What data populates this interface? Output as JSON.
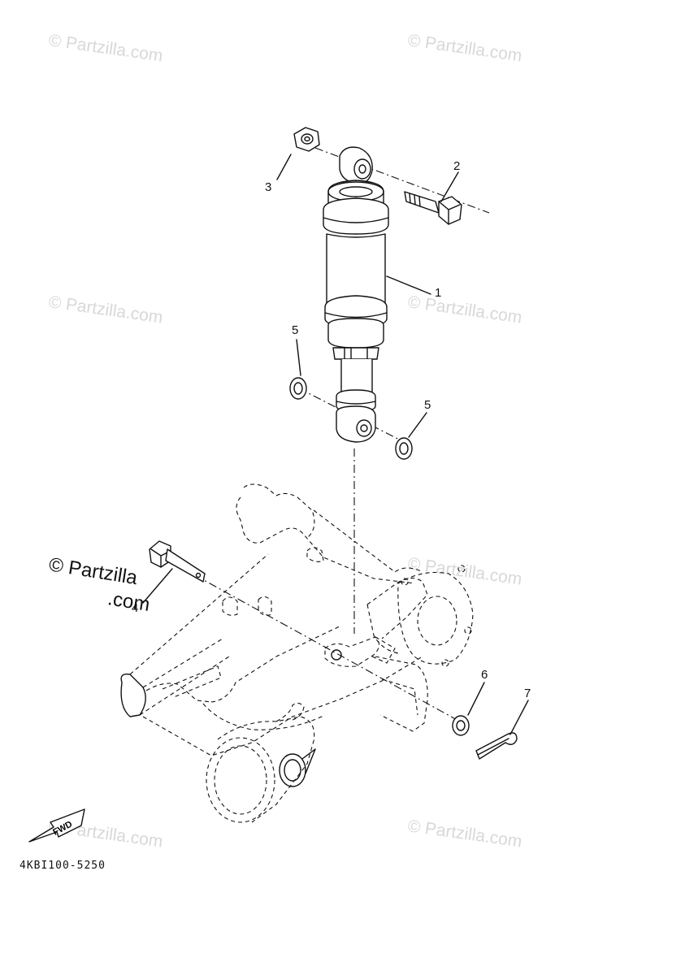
{
  "watermark": {
    "text": "© Partzilla.com",
    "dark_line1": "© Partzilla",
    "dark_line2": ".com"
  },
  "callouts": {
    "c1": "1",
    "c2": "2",
    "c3": "3",
    "c4": "4",
    "c5a": "5",
    "c5b": "5",
    "c6": "6",
    "c7": "7"
  },
  "fwd_label": "FWD",
  "diagram_code": "4KBI100-5250"
}
